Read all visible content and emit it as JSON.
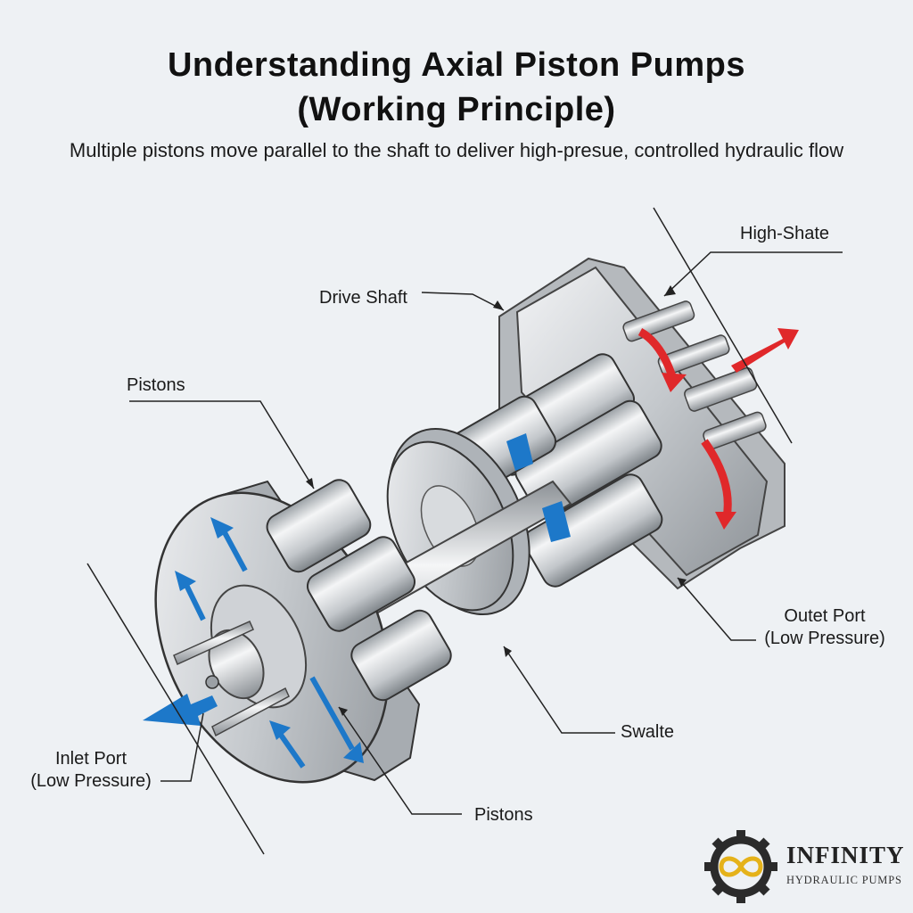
{
  "title": {
    "line1": "Understanding Axial Piston Pumps",
    "line2": "(Working Principle)"
  },
  "subtitle": "Multiple pistons move parallel to the shaft to deliver high-presue, controlled hydraulic flow",
  "labels": {
    "high_shate": "High-Shate",
    "drive_shaft": "Drive Shaft",
    "pistons_top": "Pistons",
    "outlet_port_line1": "Outet Port",
    "outlet_port_line2": "(Low Pressure)",
    "swalte": "Swalte",
    "inlet_port_line1": "Inlet Port",
    "inlet_port_line2": "(Low Pressure)",
    "pistons_bottom": "Pistons"
  },
  "logo": {
    "brand": "INFINITY",
    "tagline": "HYDRAULIC PUMPS",
    "icon": "gear-infinity-icon"
  },
  "colors": {
    "flow_in": "#1d78c9",
    "flow_out": "#e0282a",
    "metal": "#c9ccd0"
  }
}
